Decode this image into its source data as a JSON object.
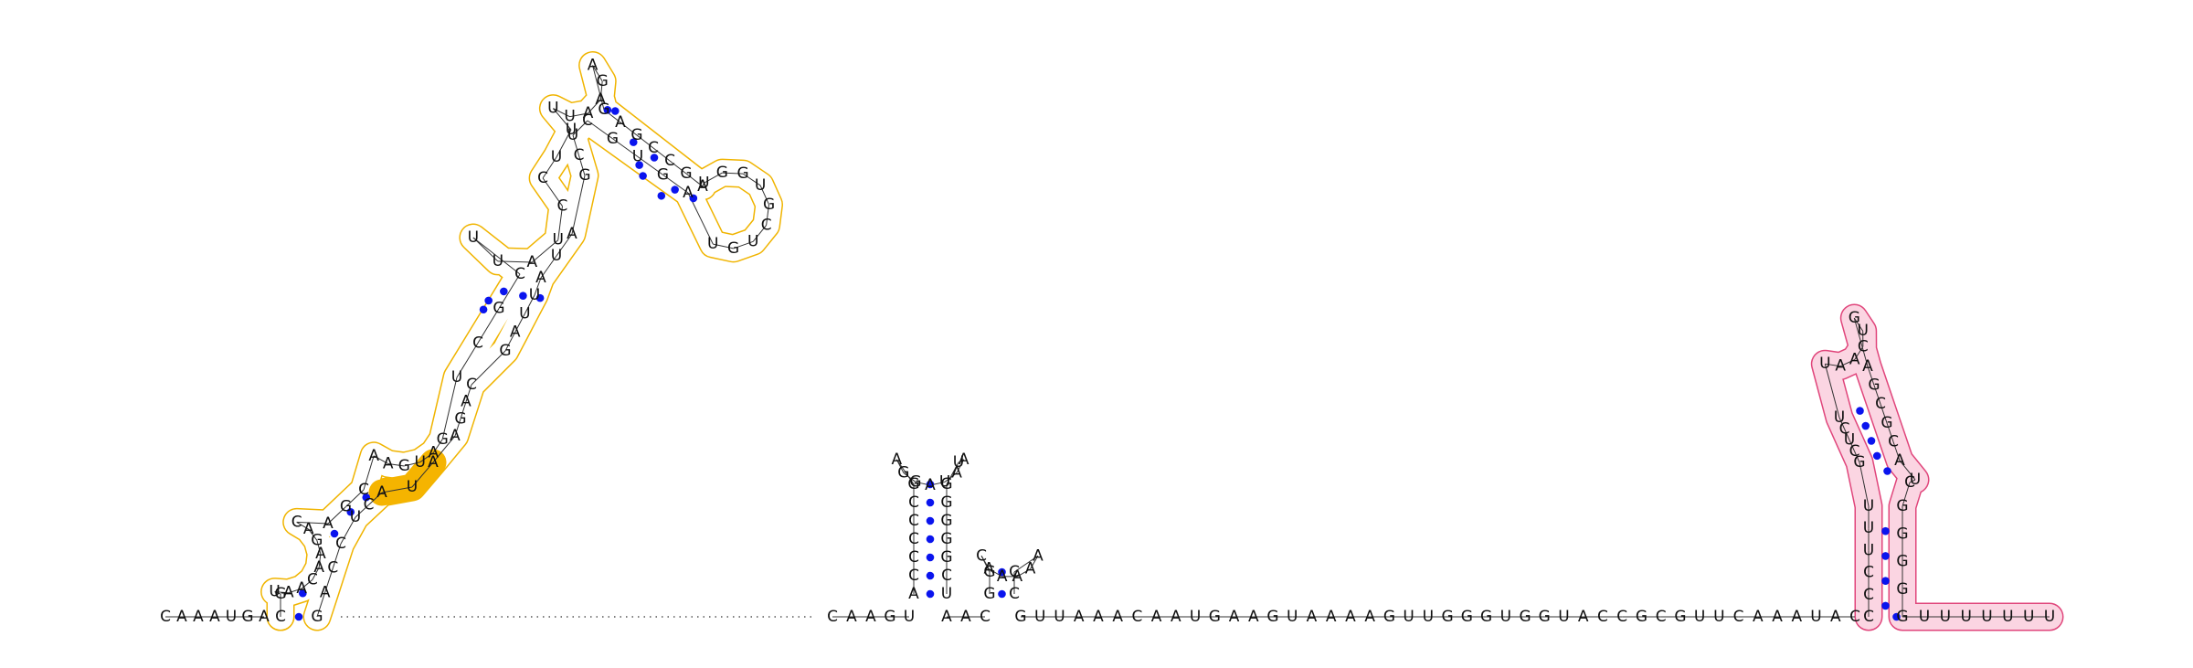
{
  "colors": {
    "background": "#ffffff",
    "nucleotide_text": "#111111",
    "base_pair_dot": "#0a14ee",
    "domain_outline_yellow": "#f0b400",
    "domain_highlight_yellow": "#f5b400",
    "domain_outline_pink": "#e0457b",
    "domain_fill_pink": "#fbd5e2"
  },
  "left_domain": {
    "five_prime_tail": "CAAAUGA",
    "strand": "CGUAACAAGACAGCAAGUAGUCGCUUAUCCUUUUAAGAGAGCCGAUGGUGCUGUAGUGCUCGAUAUUAGCAGAAUACUCCAGGU",
    "highlighted_segment": "CAU"
  },
  "middle_hairpins": {
    "linker_before": "CAAGU",
    "hairpin_a": "ACCCCCGAGGAUAAUGGGGGCU",
    "linker_between": "AAC",
    "hairpin_b": "GGCAAAAACCC"
  },
  "right_segment": {
    "sequence": "GUUAAACAAUGAAGUAAAAGUUGGGUGGUACCGCGUUCAAAUAC"
  },
  "terminator": {
    "sequence": "CCCUUUGCUCUUAACUGAGCGCAUCGGGGGUUUUUUUU"
  }
}
